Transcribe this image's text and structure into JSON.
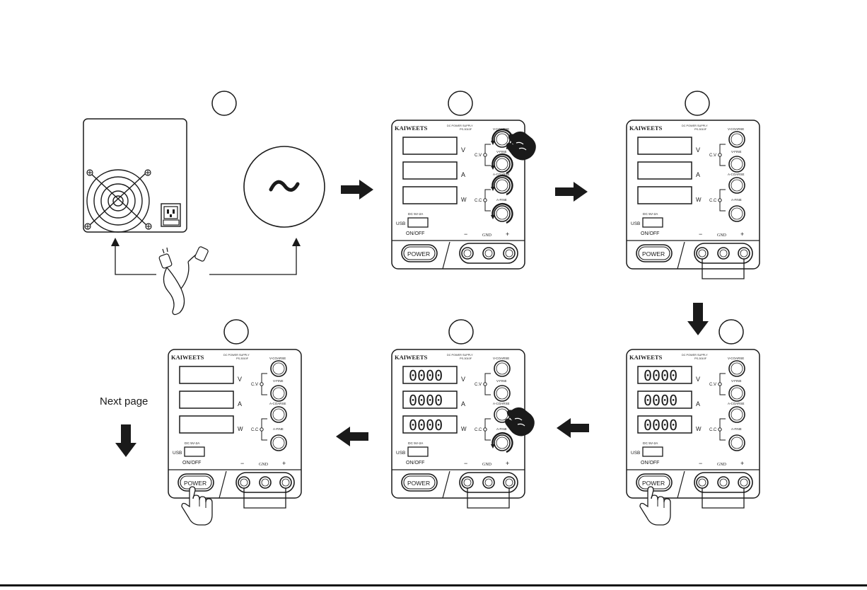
{
  "panel": {
    "brand": "KAIWEETS",
    "model_line1": "DC POWER SUPPLY",
    "model_line2": "PS-3010F",
    "unit_v": "V",
    "unit_a": "A",
    "unit_w": "W",
    "knob_v_coarse": "V-COARSE",
    "knob_v_fine": "V-FINE",
    "knob_a_coarse": "A-COARSE",
    "knob_a_fine": "A-FINE",
    "cv": "C.V",
    "cc": "C.C",
    "dc_usb": "DC 5V-2A",
    "usb": "USB",
    "on_off": "ON/OFF",
    "power": "POWER",
    "minus": "−",
    "gnd": "GND",
    "plus": "+",
    "readout": "0000"
  },
  "next_page_label": "Next page",
  "colors": {
    "stroke": "#1a1a1a",
    "background": "#ffffff"
  }
}
